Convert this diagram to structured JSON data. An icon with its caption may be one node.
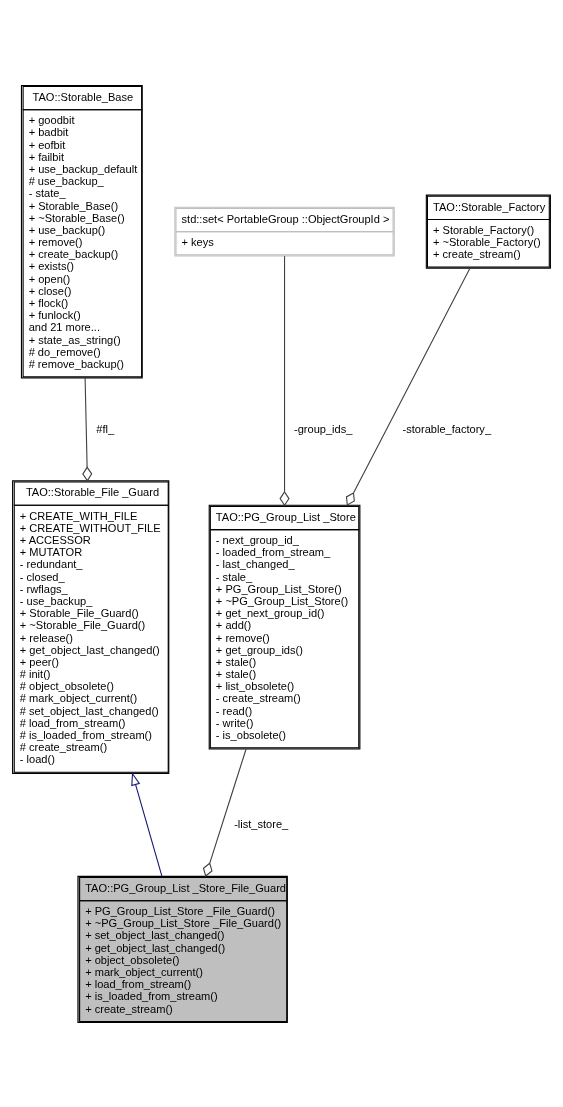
{
  "diagram": {
    "nodes": [
      {
        "text": [
          "TAO::Storable_Base",
          "+ goodbit",
          "+ badbit",
          "+ eofbit",
          "+ failbit",
          "+ use_backup_default",
          "# use_backup_",
          "- state_",
          "+ Storable_Base()",
          "+ ~Storable_Base()",
          "+ use_backup()",
          "+ remove()",
          "+ create_backup()",
          "+ exists()",
          "+ open()",
          "+ close()",
          "+ flock()",
          "+ funlock()",
          "and 21 more...",
          "+ state_as_string()",
          "# do_remove()",
          "# remove_backup()"
        ]
      },
      {
        "text": [
          "std::set< PortableGroup ::ObjectGroupId >",
          "+ keys"
        ]
      },
      {
        "text": [
          "TAO::Storable_Factory",
          "+ Storable_Factory()",
          "+ ~Storable_Factory()",
          "+ create_stream()"
        ]
      },
      {
        "text": [
          "TAO::Storable_File _Guard",
          "+ CREATE_WITH_FILE",
          "+ CREATE_WITHOUT_FILE",
          "+ ACCESSOR",
          "+ MUTATOR",
          "- redundant_",
          "- closed_",
          "- rwflags_",
          "- use_backup_",
          "+ Storable_File_Guard()",
          "+ ~Storable_File_Guard()",
          "+ release()",
          "+ get_object_last_changed()",
          "+ peer()",
          "# init()",
          "# object_obsolete()",
          "# mark_object_current()",
          "# set_object_last_changed()",
          "# load_from_stream()",
          "# is_loaded_from_stream()",
          "# create_stream()",
          "- load()"
        ]
      },
      {
        "text": [
          "TAO::PG_Group_List _Store",
          "- next_group_id_",
          "- loaded_from_stream_",
          "- last_changed_",
          "- stale_",
          "+ PG_Group_List_Store()",
          "+ ~PG_Group_List_Store()",
          "+ get_next_group_id()",
          "+ add()",
          "+ remove()",
          "+ get_group_ids()",
          "+ stale()",
          "+ stale()",
          "+ list_obsolete()",
          "- create_stream()",
          "- read()",
          "- write()",
          "- is_obsolete()"
        ]
      },
      {
        "text": [
          "TAO::PG_Group_List _Store_File_Guard",
          "+ PG_Group_List_Store _File_Guard()",
          "+ ~PG_Group_List_Store _File_Guard()",
          "+ set_object_last_changed()",
          "+ get_object_last_changed()",
          "+ object_obsolete()",
          "+ mark_object_current()",
          "+ load_from_stream()",
          "+ is_loaded_from_stream()",
          "+ create_stream()"
        ]
      }
    ],
    "edges": [
      {
        "from": 3,
        "to": 0,
        "arrow": "other",
        "label": "#fl_"
      },
      {
        "from": 4,
        "to": 1,
        "arrow": "other",
        "label": "-group_ids_"
      },
      {
        "from": 4,
        "to": 2,
        "arrow": "other",
        "label": "-storable_factory_"
      },
      {
        "from": 5,
        "to": 3,
        "arrow": "to",
        "color": "#191970"
      },
      {
        "from": 5,
        "to": 4,
        "arrow": "other",
        "label": "-list_store_"
      }
    ]
  }
}
